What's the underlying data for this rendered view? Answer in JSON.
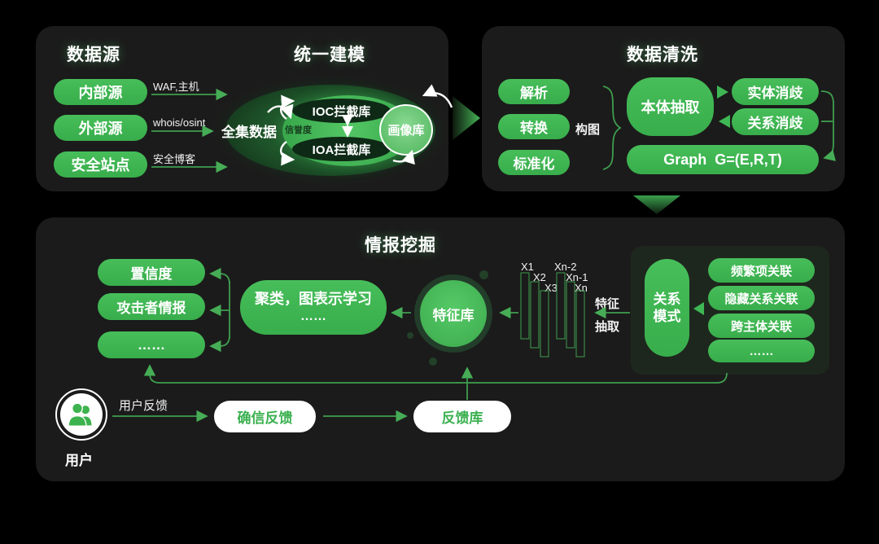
{
  "colors": {
    "bg": "#000000",
    "panel": "#1b1b1b",
    "subpanel": "#1e271e",
    "green": "#3eb854",
    "green_bright": "#52c563",
    "green_dark_ellipse": "#0e2a16",
    "line_green": "#3f9e4e",
    "white": "#ffffff",
    "text_green_on_white": "#3cb151"
  },
  "panel_data_source": {
    "title": "数据源",
    "title_modeling": "统一建模",
    "sources": [
      {
        "label": "内部源",
        "arrow_label": "WAF,主机"
      },
      {
        "label": "外部源",
        "arrow_label": "whois/osint"
      },
      {
        "label": "安全站点",
        "arrow_label": "安全博客"
      }
    ],
    "model": {
      "full_data": "全集数据",
      "reputation": "信誉度",
      "ioc": "IOC拦截库",
      "ioa": "IOA拦截库",
      "portrait": "画像库"
    }
  },
  "panel_cleaning": {
    "title": "数据清洗",
    "steps": [
      "解析",
      "转换",
      "标准化"
    ],
    "brace_label": "构图",
    "ontology": "本体抽取",
    "entity_disambiguation": "实体消歧",
    "relation_disambiguation": "关系消歧",
    "graph": "Graph  G=(E,R,T)"
  },
  "panel_mining": {
    "title": "情报挖掘",
    "outputs": [
      "置信度",
      "攻击者情报",
      "……"
    ],
    "cluster_line1": "聚类，图表示学习",
    "cluster_line2": "……",
    "feature_store": "特征库",
    "bars": [
      "X1",
      "X2",
      "X3",
      "Xn-2",
      "Xn-1",
      "Xn"
    ],
    "extract_line1": "特征",
    "extract_line2": "抽取",
    "relation_pattern_line1": "关系",
    "relation_pattern_line2": "模式",
    "associations": [
      "频繁项关联",
      "隐藏关系关联",
      "跨主体关联",
      "……"
    ],
    "user_label": "用户",
    "user_feedback_label": "用户反馈",
    "confirm_feedback": "确信反馈",
    "feedback_store": "反馈库"
  }
}
